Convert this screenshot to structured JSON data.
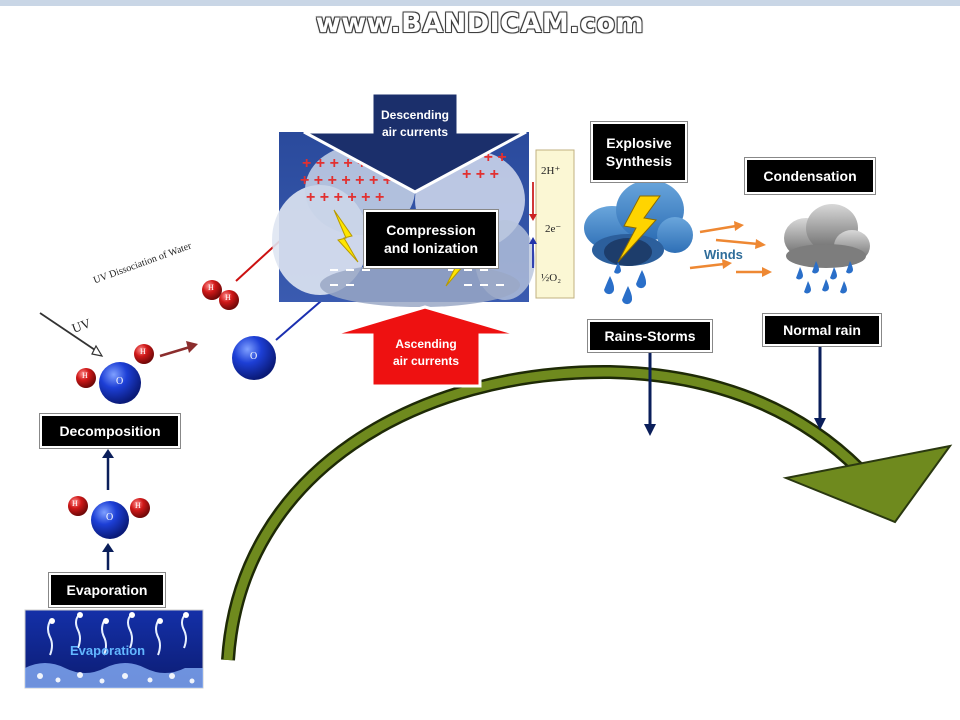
{
  "watermark": "www.BANDICAM.com",
  "labels": {
    "evaporation": "Evaporation",
    "decomposition": "Decomposition",
    "compression_line1": "Compression",
    "compression_line2": "and Ionization",
    "descending_line1": "Descending",
    "descending_line2": "air currents",
    "ascending_line1": "Ascending",
    "ascending_line2": "air currents",
    "explosive_line1": "Explosive",
    "explosive_line2": "Synthesis",
    "condensation": "Condensation",
    "rains_storms": "Rains-Storms",
    "normal_rain": "Normal rain",
    "winds": "Winds",
    "uv": "UV",
    "uv_dissociation": "UV Dissociation of Water",
    "evaporation_pool": "Evaporation"
  },
  "molecule_labels": {
    "oxygen": "O",
    "hydrogen": "H"
  },
  "charge_labels": {
    "h_plus": "2H⁺",
    "e_minus": "2e⁻",
    "half_o2": "½O₂"
  },
  "colors": {
    "oxygen_blue": "#1d3fd6",
    "hydrogen_red": "#d01818",
    "arrow_navy": "#0a1e5a",
    "curve_green": "#6f8a1e",
    "ascending_red": "#ee1111",
    "descending_navy": "#1b2f6b",
    "winds_orange": "#ee8833"
  }
}
